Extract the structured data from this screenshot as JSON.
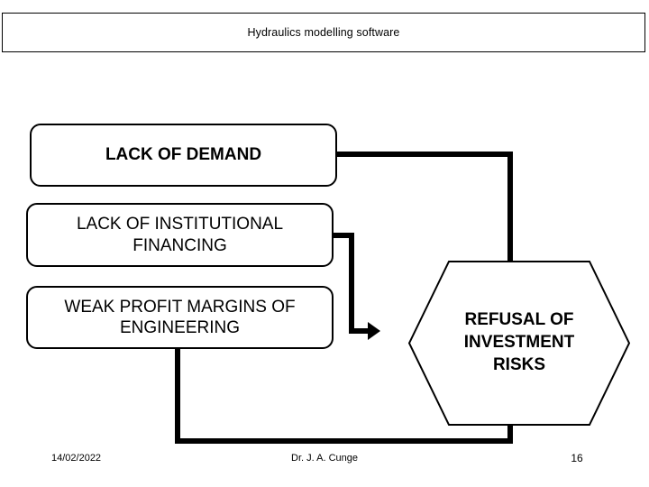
{
  "slide": {
    "title": "Hydraulics modelling software",
    "boxes": [
      {
        "id": "lack-of-demand",
        "label": "LACK OF  DEMAND"
      },
      {
        "id": "lack-of-institutional-financing",
        "label": "LACK OF INSTITUTIONAL FINANCING"
      },
      {
        "id": "weak-profit-margins-of-engineering",
        "label": "WEAK PROFIT MARGINS OF ENGINEERING"
      }
    ],
    "hexagon": {
      "id": "refusal-of-investment-risks",
      "label": "REFUSAL OF INVESTMENT RISKS"
    },
    "footer": {
      "date": "14/02/2022",
      "author": "Dr. J. A. Cunge",
      "page_number": "16"
    },
    "colors": {
      "line": "#000000",
      "background": "#ffffff",
      "text": "#000000"
    }
  }
}
